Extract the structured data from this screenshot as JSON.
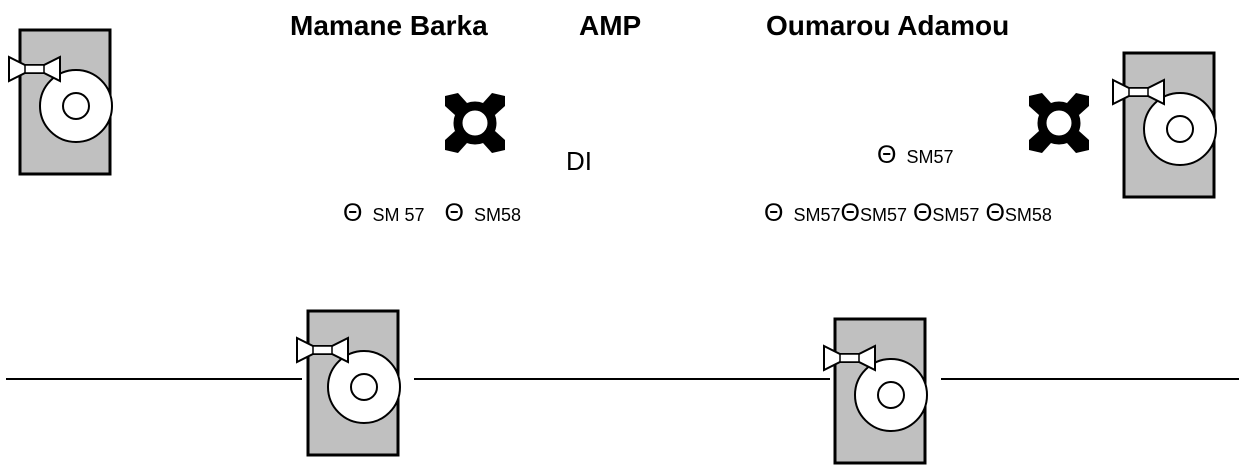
{
  "performers": {
    "left_name": "Mamane Barka",
    "center_name": "AMP",
    "right_name": "Oumarou Adamou"
  },
  "di_label": "DI",
  "left_mics": [
    {
      "symbol": "Θ",
      "label": "SM 57"
    },
    {
      "symbol": "Θ",
      "label": "SM58"
    }
  ],
  "right_single_mic": {
    "symbol": "Θ",
    "label": "SM57"
  },
  "right_mics": [
    {
      "symbol": "Θ",
      "label": "SM57"
    },
    {
      "symbol": "Θ",
      "label": "SM57"
    },
    {
      "symbol": "Θ",
      "label": "SM57"
    },
    {
      "symbol": "Θ",
      "label": "SM58"
    }
  ],
  "icons": {
    "monitor": "stage-monitor-wedge-icon",
    "mic_stand": "microphone-stand-icon (¤)"
  },
  "colors": {
    "monitor_fill": "#c0c0c0",
    "outline": "#000000",
    "background": "#ffffff"
  }
}
